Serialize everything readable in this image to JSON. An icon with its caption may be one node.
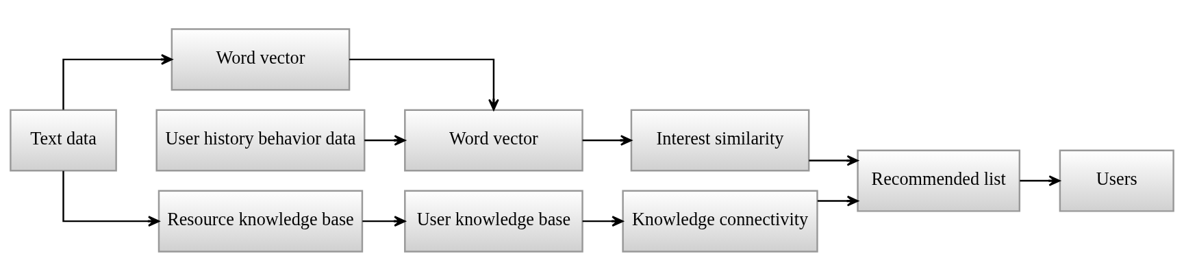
{
  "diagram": {
    "nodes": [
      {
        "text": [
          "Text data"
        ]
      },
      {
        "text": [
          "Word vector"
        ]
      },
      {
        "text": [
          "Resource knowledge base"
        ]
      },
      {
        "text": [
          "User history behavior data"
        ]
      },
      {
        "text": [
          "Word vector"
        ]
      },
      {
        "text": [
          "User knowledge base"
        ]
      },
      {
        "text": [
          "Interest similarity"
        ]
      },
      {
        "text": [
          "Knowledge connectivity"
        ]
      },
      {
        "text": [
          "Recommended list"
        ]
      },
      {
        "text": [
          "Users"
        ]
      }
    ],
    "edges": [
      {
        "from": 0,
        "to": 1,
        "arrow": "to"
      },
      {
        "from": 0,
        "to": 2,
        "arrow": "to"
      },
      {
        "from": 3,
        "to": 4,
        "arrow": "to"
      },
      {
        "from": 1,
        "to": 4,
        "arrow": "to"
      },
      {
        "from": 2,
        "to": 5,
        "arrow": "to"
      },
      {
        "from": 4,
        "to": 6,
        "arrow": "to"
      },
      {
        "from": 5,
        "to": 7,
        "arrow": "to"
      },
      {
        "from": 6,
        "to": 8,
        "arrow": "to"
      },
      {
        "from": 7,
        "to": 8,
        "arrow": "to"
      },
      {
        "from": 8,
        "to": 9,
        "arrow": "to"
      }
    ]
  }
}
